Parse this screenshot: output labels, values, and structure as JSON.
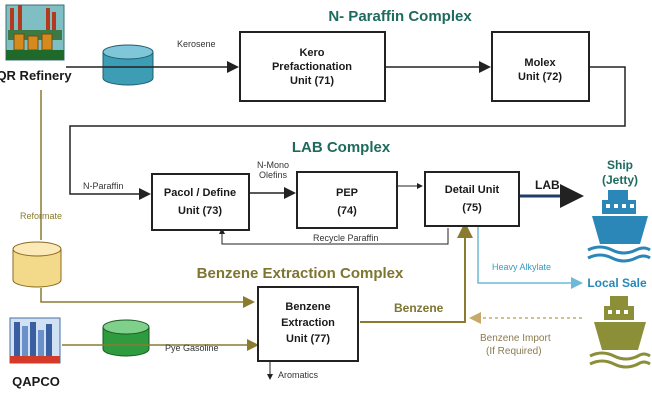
{
  "titles": {
    "nparaffin": "N- Paraffin Complex",
    "lab": "LAB Complex",
    "benzene": "Benzene Extraction Complex"
  },
  "sources": {
    "refinery": "QR Refinery",
    "qapco": "QAPCO"
  },
  "units": {
    "kero": [
      "Kero",
      "Prefactionation",
      "Unit (71)"
    ],
    "molex": [
      "Molex",
      "Unit (72)"
    ],
    "pacol": [
      "Pacol / Define",
      "Unit (73)"
    ],
    "pep": [
      "PEP",
      "(74)"
    ],
    "detail": [
      "Detail Unit",
      "(75)"
    ],
    "benzene_unit": [
      "Benzene",
      "Extraction",
      "Unit (77)"
    ]
  },
  "flows": {
    "kerosene": "Kerosene",
    "nparaffin": "N-Paraffin",
    "nmono": [
      "N-Mono",
      "Olefins"
    ],
    "recycle": "Recycle Paraffin",
    "reformate": "Reformate",
    "pye_gasoline": "Pye Gasoline",
    "aromatics": "Aromatics",
    "benzene": "Benzene",
    "lab": "LAB",
    "heavy_alkylate": "Heavy Alkylate",
    "benzene_import": [
      "Benzene Import",
      "(If Required)"
    ]
  },
  "outputs": {
    "ship": [
      "Ship",
      "(Jetty)"
    ],
    "local_sale": "Local Sale"
  },
  "colors": {
    "nparaffin_title": "#1e6b5e",
    "lab_title": "#1e6b5e",
    "benzene_title": "#7d7530",
    "teal_tank": "#3d9db5",
    "yellow_tank": "#f3d98a",
    "green_tank": "#2f9b3f",
    "ship_blue": "#2a87b8",
    "ship_olive": "#8c8e38",
    "light_blue_line": "#6fb8d8",
    "olive_line": "#8a7b30",
    "tan_line": "#c9a96a"
  }
}
